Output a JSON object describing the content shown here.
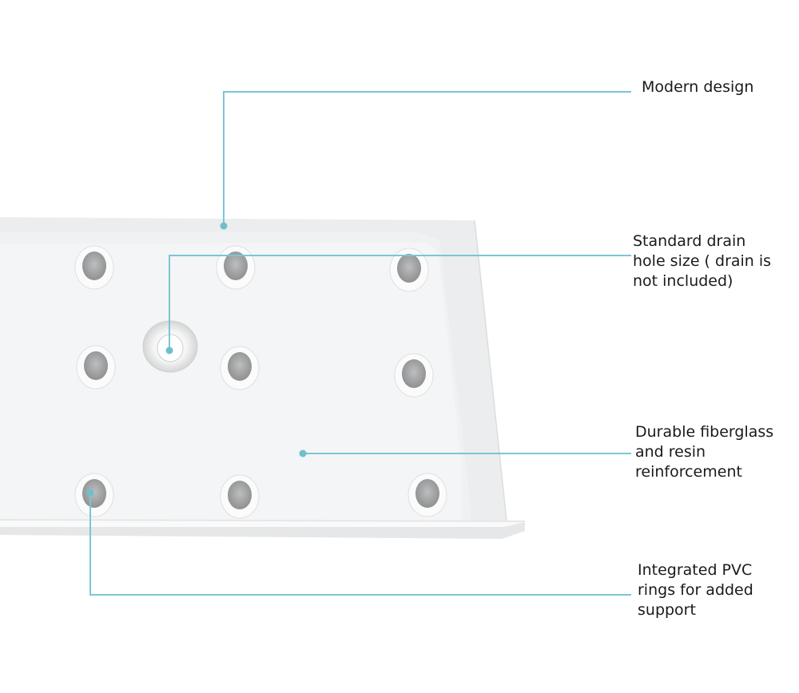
{
  "callouts": [
    {
      "id": "modern-design",
      "text": "Modern design"
    },
    {
      "id": "drain-hole",
      "text": "Standard drain\nhole size ( drain is\nnot included)"
    },
    {
      "id": "fiberglass",
      "text": "Durable fiberglass\nand resin\nreinforcement"
    },
    {
      "id": "pvc-rings",
      "text": "Integrated PVC\nrings for added\nsupport"
    }
  ],
  "colors": {
    "callout_line": "#7cc6d2",
    "tray": "#f2f3f4",
    "ring_inner": "#a9aaab"
  }
}
